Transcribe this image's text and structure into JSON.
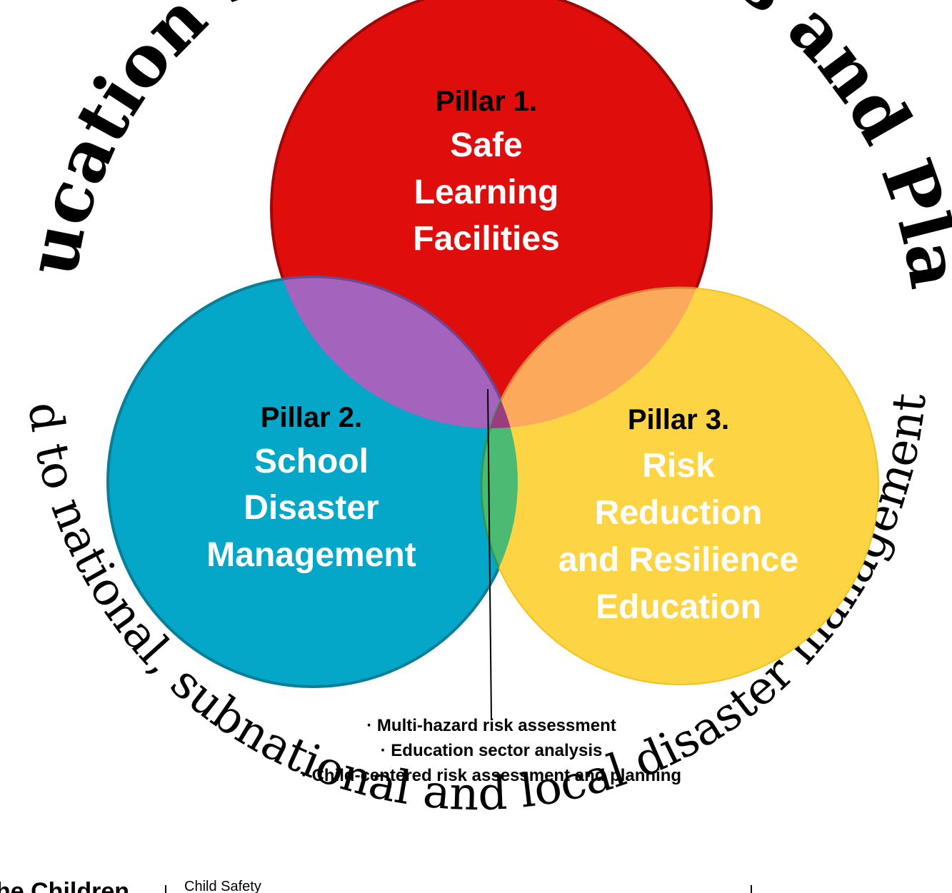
{
  "outer_text": {
    "top": "Education Sector Policies and Plans",
    "bottom": "Aligned to national, subnational and local disaster management plans"
  },
  "pillars": [
    {
      "number": "Pillar 1.",
      "title_lines": [
        "Safe",
        "Learning",
        "Facilities"
      ],
      "color": "#e00d0d"
    },
    {
      "number": "Pillar 2.",
      "title_lines": [
        "School",
        "Disaster",
        "Management"
      ],
      "color": "#05a7c9"
    },
    {
      "number": "Pillar 3.",
      "title_lines": [
        "Risk",
        "Reduction",
        "and Resilience",
        "Education"
      ],
      "color": "#fdd444"
    }
  ],
  "overlap_colors": {
    "pillar1_pillar2": "#a464bd",
    "pillar1_pillar3": "#fca95c",
    "pillar2_pillar3": "#4bbb74",
    "center": "#9a3d7e"
  },
  "center_bullets": [
    "· Multi-hazard risk assessment",
    "· Education sector analysis",
    "· Child-centered risk assessment and planning"
  ],
  "footer": {
    "logo_text": "he Children",
    "label": "Child Safety"
  }
}
